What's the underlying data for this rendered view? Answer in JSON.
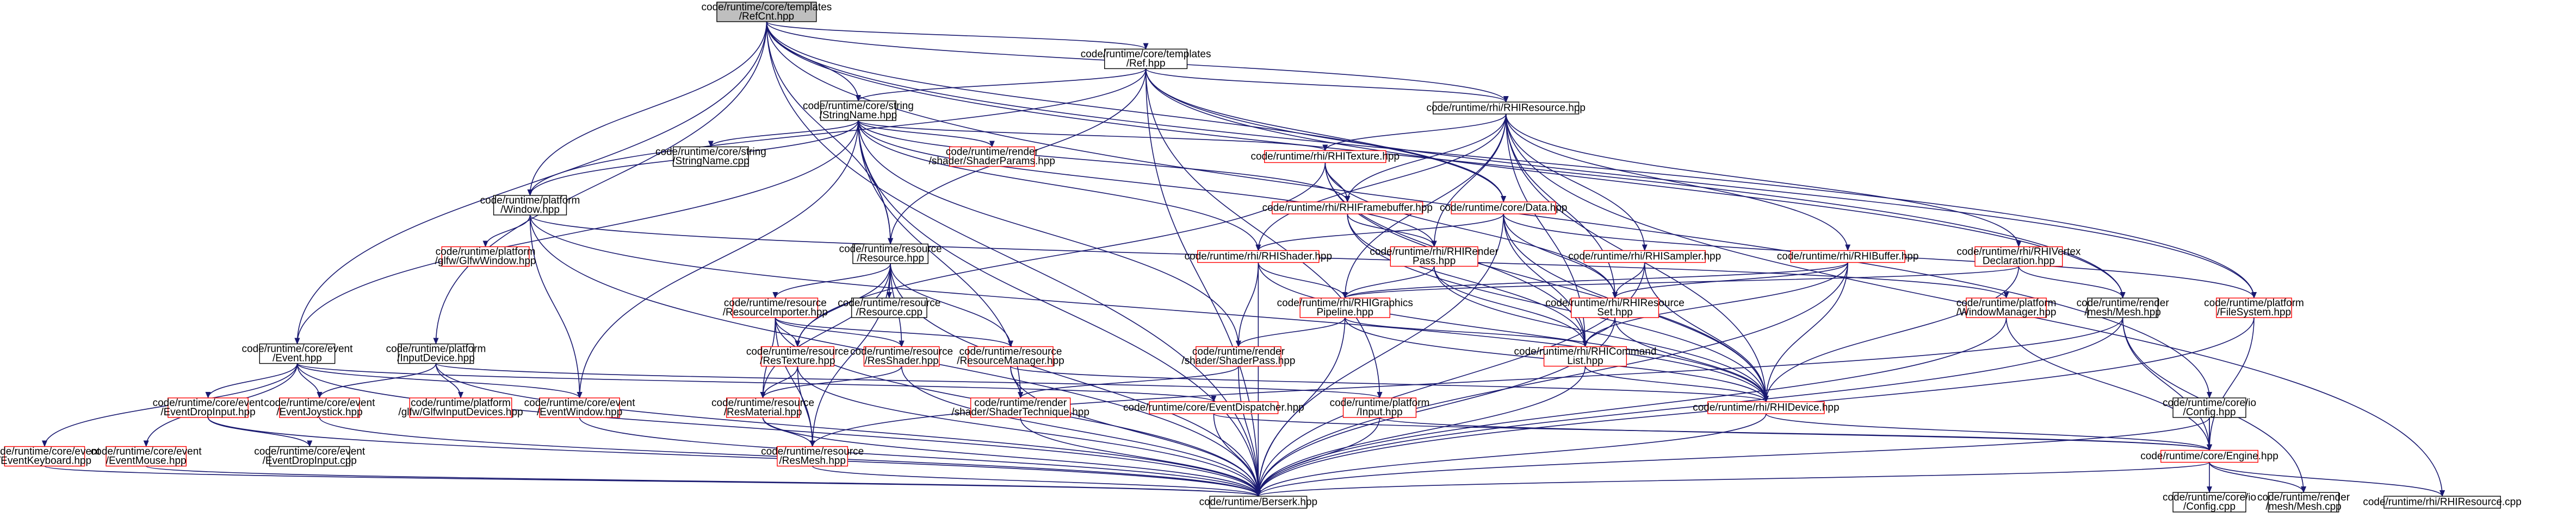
{
  "colors": {
    "edge": "#191970",
    "node_border_default": "#000000",
    "node_border_incomplete": "#ff0000",
    "node_fill": "#ffffff",
    "node_fill_focus": "#bfbfbf",
    "text": "#000000"
  },
  "nodes": [
    {
      "id": "refcnt",
      "lines": [
        "code/runtime/core/templates",
        "/RefCnt.hpp"
      ],
      "style": "focus"
    },
    {
      "id": "ref",
      "lines": [
        "code/runtime/core/templates",
        "/Ref.hpp"
      ],
      "style": "normal"
    },
    {
      "id": "stringname",
      "lines": [
        "code/runtime/core/string",
        "/StringName.hpp"
      ],
      "style": "normal"
    },
    {
      "id": "rhiresource",
      "lines": [
        "code/runtime/rhi/RHIResource.hpp"
      ],
      "style": "normal"
    },
    {
      "id": "stringname_cpp",
      "lines": [
        "code/runtime/core/string",
        "/StringName.cpp"
      ],
      "style": "normal"
    },
    {
      "id": "shaderparams",
      "lines": [
        "code/runtime/render",
        "/shader/ShaderParams.hpp"
      ],
      "style": "red"
    },
    {
      "id": "rhitexture",
      "lines": [
        "code/runtime/rhi/RHITexture.hpp"
      ],
      "style": "red"
    },
    {
      "id": "window",
      "lines": [
        "code/runtime/platform",
        "/Window.hpp"
      ],
      "style": "normal"
    },
    {
      "id": "glfwwindow",
      "lines": [
        "code/runtime/platform",
        "/glfw/GlfwWindow.hpp"
      ],
      "style": "red"
    },
    {
      "id": "rhiframebuffer",
      "lines": [
        "code/runtime/rhi/RHIFramebuffer.hpp"
      ],
      "style": "red"
    },
    {
      "id": "data",
      "lines": [
        "code/runtime/core/Data.hpp"
      ],
      "style": "red"
    },
    {
      "id": "resource",
      "lines": [
        "code/runtime/resource",
        "/Resource.hpp"
      ],
      "style": "normal"
    },
    {
      "id": "rhishader",
      "lines": [
        "code/runtime/rhi/RHIShader.hpp"
      ],
      "style": "red"
    },
    {
      "id": "rhirenderpass",
      "lines": [
        "code/runtime/rhi/RHIRender",
        "Pass.hpp"
      ],
      "style": "red"
    },
    {
      "id": "rhisampler",
      "lines": [
        "code/runtime/rhi/RHISampler.hpp"
      ],
      "style": "red"
    },
    {
      "id": "rhibuffer",
      "lines": [
        "code/runtime/rhi/RHIBuffer.hpp"
      ],
      "style": "red"
    },
    {
      "id": "rhivertexdecl",
      "lines": [
        "code/runtime/rhi/RHIVertex",
        "Declaration.hpp"
      ],
      "style": "red"
    },
    {
      "id": "resourceimporter",
      "lines": [
        "code/runtime/resource",
        "/ResourceImporter.hpp"
      ],
      "style": "red"
    },
    {
      "id": "resource_cpp",
      "lines": [
        "code/runtime/resource",
        "/Resource.cpp"
      ],
      "style": "normal"
    },
    {
      "id": "rhigraphicspipeline",
      "lines": [
        "code/runtime/rhi/RHIGraphics",
        "Pipeline.hpp"
      ],
      "style": "red"
    },
    {
      "id": "rhiresourceset",
      "lines": [
        "code/runtime/rhi/RHIResource",
        "Set.hpp"
      ],
      "style": "red"
    },
    {
      "id": "windowmanager",
      "lines": [
        "code/runtime/platform",
        "/WindowManager.hpp"
      ],
      "style": "red"
    },
    {
      "id": "mesh",
      "lines": [
        "code/runtime/render",
        "/mesh/Mesh.hpp"
      ],
      "style": "normal"
    },
    {
      "id": "filesystem",
      "lines": [
        "code/runtime/platform",
        "/FileSystem.hpp"
      ],
      "style": "red"
    },
    {
      "id": "event",
      "lines": [
        "code/runtime/core/event",
        "/Event.hpp"
      ],
      "style": "normal"
    },
    {
      "id": "inputdevice",
      "lines": [
        "code/runtime/platform",
        "/InputDevice.hpp"
      ],
      "style": "normal"
    },
    {
      "id": "restexture",
      "lines": [
        "code/runtime/resource",
        "/ResTexture.hpp"
      ],
      "style": "red"
    },
    {
      "id": "resshader",
      "lines": [
        "code/runtime/resource",
        "/ResShader.hpp"
      ],
      "style": "red"
    },
    {
      "id": "resourcemanager",
      "lines": [
        "code/runtime/resource",
        "/ResourceManager.hpp"
      ],
      "style": "red"
    },
    {
      "id": "shaderpass",
      "lines": [
        "code/runtime/render",
        "/shader/ShaderPass.hpp"
      ],
      "style": "red"
    },
    {
      "id": "rhicommandlist",
      "lines": [
        "code/runtime/rhi/RHICommand",
        "List.hpp"
      ],
      "style": "red"
    },
    {
      "id": "eventdropinput",
      "lines": [
        "code/runtime/core/event",
        "/EventDropInput.hpp"
      ],
      "style": "red"
    },
    {
      "id": "eventjoystick",
      "lines": [
        "code/runtime/core/event",
        "/EventJoystick.hpp"
      ],
      "style": "red"
    },
    {
      "id": "glfwinputdevices",
      "lines": [
        "code/runtime/platform",
        "/glfw/GlfwInputDevices.hpp"
      ],
      "style": "red"
    },
    {
      "id": "eventwindow",
      "lines": [
        "code/runtime/core/event",
        "/EventWindow.hpp"
      ],
      "style": "red"
    },
    {
      "id": "resmaterial",
      "lines": [
        "code/runtime/resource",
        "/ResMaterial.hpp"
      ],
      "style": "red"
    },
    {
      "id": "eventdispatcher",
      "lines": [
        "code/runtime/core/EventDispatcher.hpp"
      ],
      "style": "red"
    },
    {
      "id": "shadertechnique",
      "lines": [
        "code/runtime/render",
        "/shader/ShaderTechnique.hpp"
      ],
      "style": "red"
    },
    {
      "id": "input",
      "lines": [
        "code/runtime/platform",
        "/Input.hpp"
      ],
      "style": "red"
    },
    {
      "id": "rhidevice",
      "lines": [
        "code/runtime/rhi/RHIDevice.hpp"
      ],
      "style": "red"
    },
    {
      "id": "config",
      "lines": [
        "code/runtime/core/io",
        "/Config.hpp"
      ],
      "style": "normal"
    },
    {
      "id": "eventkeyboard",
      "lines": [
        "code/runtime/core/event",
        "/EventKeyboard.hpp"
      ],
      "style": "red"
    },
    {
      "id": "eventmouse",
      "lines": [
        "code/runtime/core/event",
        "/EventMouse.hpp"
      ],
      "style": "red"
    },
    {
      "id": "eventdropinput_cpp",
      "lines": [
        "code/runtime/core/event",
        "/EventDropInput.cpp"
      ],
      "style": "normal"
    },
    {
      "id": "resmesh",
      "lines": [
        "code/runtime/resource",
        "/ResMesh.hpp"
      ],
      "style": "red"
    },
    {
      "id": "engine",
      "lines": [
        "code/runtime/core/Engine.hpp"
      ],
      "style": "red"
    },
    {
      "id": "berserk",
      "lines": [
        "code/runtime/Berserk.hpp"
      ],
      "style": "normal"
    },
    {
      "id": "config_cpp",
      "lines": [
        "code/runtime/core/io",
        "/Config.cpp"
      ],
      "style": "normal"
    },
    {
      "id": "mesh_cpp",
      "lines": [
        "code/runtime/render",
        "/mesh/Mesh.cpp"
      ],
      "style": "normal"
    },
    {
      "id": "rhiresource_cpp",
      "lines": [
        "code/runtime/rhi/RHIResource.cpp"
      ],
      "style": "normal"
    }
  ],
  "edges": [
    [
      "refcnt",
      "ref"
    ],
    [
      "refcnt",
      "stringname"
    ],
    [
      "refcnt",
      "rhiresource"
    ],
    [
      "refcnt",
      "window"
    ],
    [
      "refcnt",
      "resource"
    ],
    [
      "refcnt",
      "data"
    ],
    [
      "refcnt",
      "mesh"
    ],
    [
      "refcnt",
      "filesystem"
    ],
    [
      "refcnt",
      "event"
    ],
    [
      "refcnt",
      "inputdevice"
    ],
    [
      "refcnt",
      "config"
    ],
    [
      "refcnt",
      "berserk"
    ],
    [
      "ref",
      "stringname"
    ],
    [
      "ref",
      "rhiresource"
    ],
    [
      "ref",
      "window"
    ],
    [
      "ref",
      "data"
    ],
    [
      "ref",
      "mesh"
    ],
    [
      "ref",
      "input"
    ],
    [
      "ref",
      "berserk"
    ],
    [
      "ref",
      "resource"
    ],
    [
      "ref",
      "filesystem"
    ],
    [
      "stringname",
      "stringname_cpp"
    ],
    [
      "stringname",
      "shaderparams"
    ],
    [
      "stringname",
      "rhitexture"
    ],
    [
      "stringname",
      "window"
    ],
    [
      "stringname",
      "rhiframebuffer"
    ],
    [
      "stringname",
      "resource"
    ],
    [
      "stringname",
      "rhishader"
    ],
    [
      "stringname",
      "event"
    ],
    [
      "stringname",
      "shaderpass"
    ],
    [
      "stringname",
      "shadertechnique"
    ],
    [
      "stringname",
      "eventwindow"
    ],
    [
      "stringname",
      "rhirenderpass"
    ],
    [
      "stringname",
      "berserk"
    ],
    [
      "rhiresource",
      "rhitexture"
    ],
    [
      "rhiresource",
      "rhiframebuffer"
    ],
    [
      "rhiresource",
      "rhishader"
    ],
    [
      "rhiresource",
      "rhisampler"
    ],
    [
      "rhiresource",
      "rhibuffer"
    ],
    [
      "rhiresource",
      "rhivertexdecl"
    ],
    [
      "rhiresource",
      "rhigraphicspipeline"
    ],
    [
      "rhiresource",
      "rhiresourceset"
    ],
    [
      "rhiresource",
      "rhicommandlist"
    ],
    [
      "rhiresource",
      "rhidevice"
    ],
    [
      "rhiresource",
      "rhiresource_cpp"
    ],
    [
      "rhiresource",
      "rhirenderpass"
    ],
    [
      "rhitexture",
      "rhiframebuffer"
    ],
    [
      "rhitexture",
      "rhiresourceset"
    ],
    [
      "rhitexture",
      "rhicommandlist"
    ],
    [
      "rhitexture",
      "rhidevice"
    ],
    [
      "rhitexture",
      "restexture"
    ],
    [
      "window",
      "glfwwindow"
    ],
    [
      "window",
      "windowmanager"
    ],
    [
      "window",
      "eventwindow"
    ],
    [
      "window",
      "berserk"
    ],
    [
      "window",
      "rhidevice"
    ],
    [
      "rhiframebuffer",
      "rhirenderpass"
    ],
    [
      "rhiframebuffer",
      "rhicommandlist"
    ],
    [
      "rhiframebuffer",
      "rhidevice"
    ],
    [
      "data",
      "rhishader"
    ],
    [
      "data",
      "rhiresourceset"
    ],
    [
      "data",
      "rhicommandlist"
    ],
    [
      "data",
      "filesystem"
    ],
    [
      "data",
      "berserk"
    ],
    [
      "data",
      "rhidevice"
    ],
    [
      "resource",
      "resourceimporter"
    ],
    [
      "resource",
      "resource_cpp"
    ],
    [
      "resource",
      "restexture"
    ],
    [
      "resource",
      "resshader"
    ],
    [
      "resource",
      "resourcemanager"
    ],
    [
      "resource",
      "resmaterial"
    ],
    [
      "resource",
      "resmesh"
    ],
    [
      "resource",
      "berserk"
    ],
    [
      "rhishader",
      "rhigraphicspipeline"
    ],
    [
      "rhishader",
      "shaderpass"
    ],
    [
      "rhishader",
      "rhidevice"
    ],
    [
      "rhishader",
      "berserk"
    ],
    [
      "rhirenderpass",
      "rhigraphicspipeline"
    ],
    [
      "rhirenderpass",
      "rhicommandlist"
    ],
    [
      "rhirenderpass",
      "rhidevice"
    ],
    [
      "rhisampler",
      "rhiresourceset"
    ],
    [
      "rhisampler",
      "rhidevice"
    ],
    [
      "rhisampler",
      "berserk"
    ],
    [
      "rhibuffer",
      "rhiresourceset"
    ],
    [
      "rhibuffer",
      "rhicommandlist"
    ],
    [
      "rhibuffer",
      "rhidevice"
    ],
    [
      "rhibuffer",
      "berserk"
    ],
    [
      "rhibuffer",
      "rhigraphicspipeline"
    ],
    [
      "rhivertexdecl",
      "rhigraphicspipeline"
    ],
    [
      "rhivertexdecl",
      "mesh"
    ],
    [
      "rhivertexdecl",
      "rhidevice"
    ],
    [
      "resourceimporter",
      "restexture"
    ],
    [
      "resourceimporter",
      "resshader"
    ],
    [
      "resourceimporter",
      "resmaterial"
    ],
    [
      "resourceimporter",
      "resmesh"
    ],
    [
      "resourceimporter",
      "resourcemanager"
    ],
    [
      "resourceimporter",
      "berserk"
    ],
    [
      "rhigraphicspipeline",
      "shaderpass"
    ],
    [
      "rhigraphicspipeline",
      "rhicommandlist"
    ],
    [
      "rhigraphicspipeline",
      "rhidevice"
    ],
    [
      "rhigraphicspipeline",
      "berserk"
    ],
    [
      "rhiresourceset",
      "rhicommandlist"
    ],
    [
      "rhiresourceset",
      "rhidevice"
    ],
    [
      "rhiresourceset",
      "berserk"
    ],
    [
      "windowmanager",
      "engine"
    ],
    [
      "windowmanager",
      "berserk"
    ],
    [
      "mesh",
      "mesh_cpp"
    ],
    [
      "mesh",
      "engine"
    ],
    [
      "mesh",
      "berserk"
    ],
    [
      "mesh",
      "resmesh"
    ],
    [
      "filesystem",
      "engine"
    ],
    [
      "filesystem",
      "berserk"
    ],
    [
      "event",
      "eventdropinput"
    ],
    [
      "event",
      "eventjoystick"
    ],
    [
      "event",
      "eventwindow"
    ],
    [
      "event",
      "eventkeyboard"
    ],
    [
      "event",
      "eventmouse"
    ],
    [
      "event",
      "eventdispatcher"
    ],
    [
      "event",
      "berserk"
    ],
    [
      "inputdevice",
      "glfwinputdevices"
    ],
    [
      "inputdevice",
      "eventjoystick"
    ],
    [
      "inputdevice",
      "input"
    ],
    [
      "inputdevice",
      "berserk"
    ],
    [
      "restexture",
      "resmaterial"
    ],
    [
      "restexture",
      "resmesh"
    ],
    [
      "restexture",
      "berserk"
    ],
    [
      "resshader",
      "resmaterial"
    ],
    [
      "resshader",
      "berserk"
    ],
    [
      "resourcemanager",
      "shadertechnique"
    ],
    [
      "resourcemanager",
      "berserk"
    ],
    [
      "resourcemanager",
      "rhidevice"
    ],
    [
      "shaderpass",
      "shadertechnique"
    ],
    [
      "shaderpass",
      "berserk"
    ],
    [
      "rhicommandlist",
      "rhidevice"
    ],
    [
      "rhicommandlist",
      "berserk"
    ],
    [
      "eventdropinput",
      "eventdropinput_cpp"
    ],
    [
      "eventdropinput",
      "berserk"
    ],
    [
      "eventjoystick",
      "berserk"
    ],
    [
      "eventwindow",
      "berserk"
    ],
    [
      "resmaterial",
      "resmesh"
    ],
    [
      "resmaterial",
      "berserk"
    ],
    [
      "eventdispatcher",
      "engine"
    ],
    [
      "eventdispatcher",
      "berserk"
    ],
    [
      "shadertechnique",
      "berserk"
    ],
    [
      "input",
      "engine"
    ],
    [
      "input",
      "berserk"
    ],
    [
      "rhidevice",
      "engine"
    ],
    [
      "rhidevice",
      "berserk"
    ],
    [
      "config",
      "config_cpp"
    ],
    [
      "config",
      "engine"
    ],
    [
      "config",
      "berserk"
    ],
    [
      "eventkeyboard",
      "berserk"
    ],
    [
      "eventmouse",
      "berserk"
    ],
    [
      "resmesh",
      "berserk"
    ],
    [
      "engine",
      "berserk"
    ],
    [
      "engine",
      "rhiresource_cpp"
    ],
    [
      "engine",
      "mesh_cpp"
    ]
  ]
}
